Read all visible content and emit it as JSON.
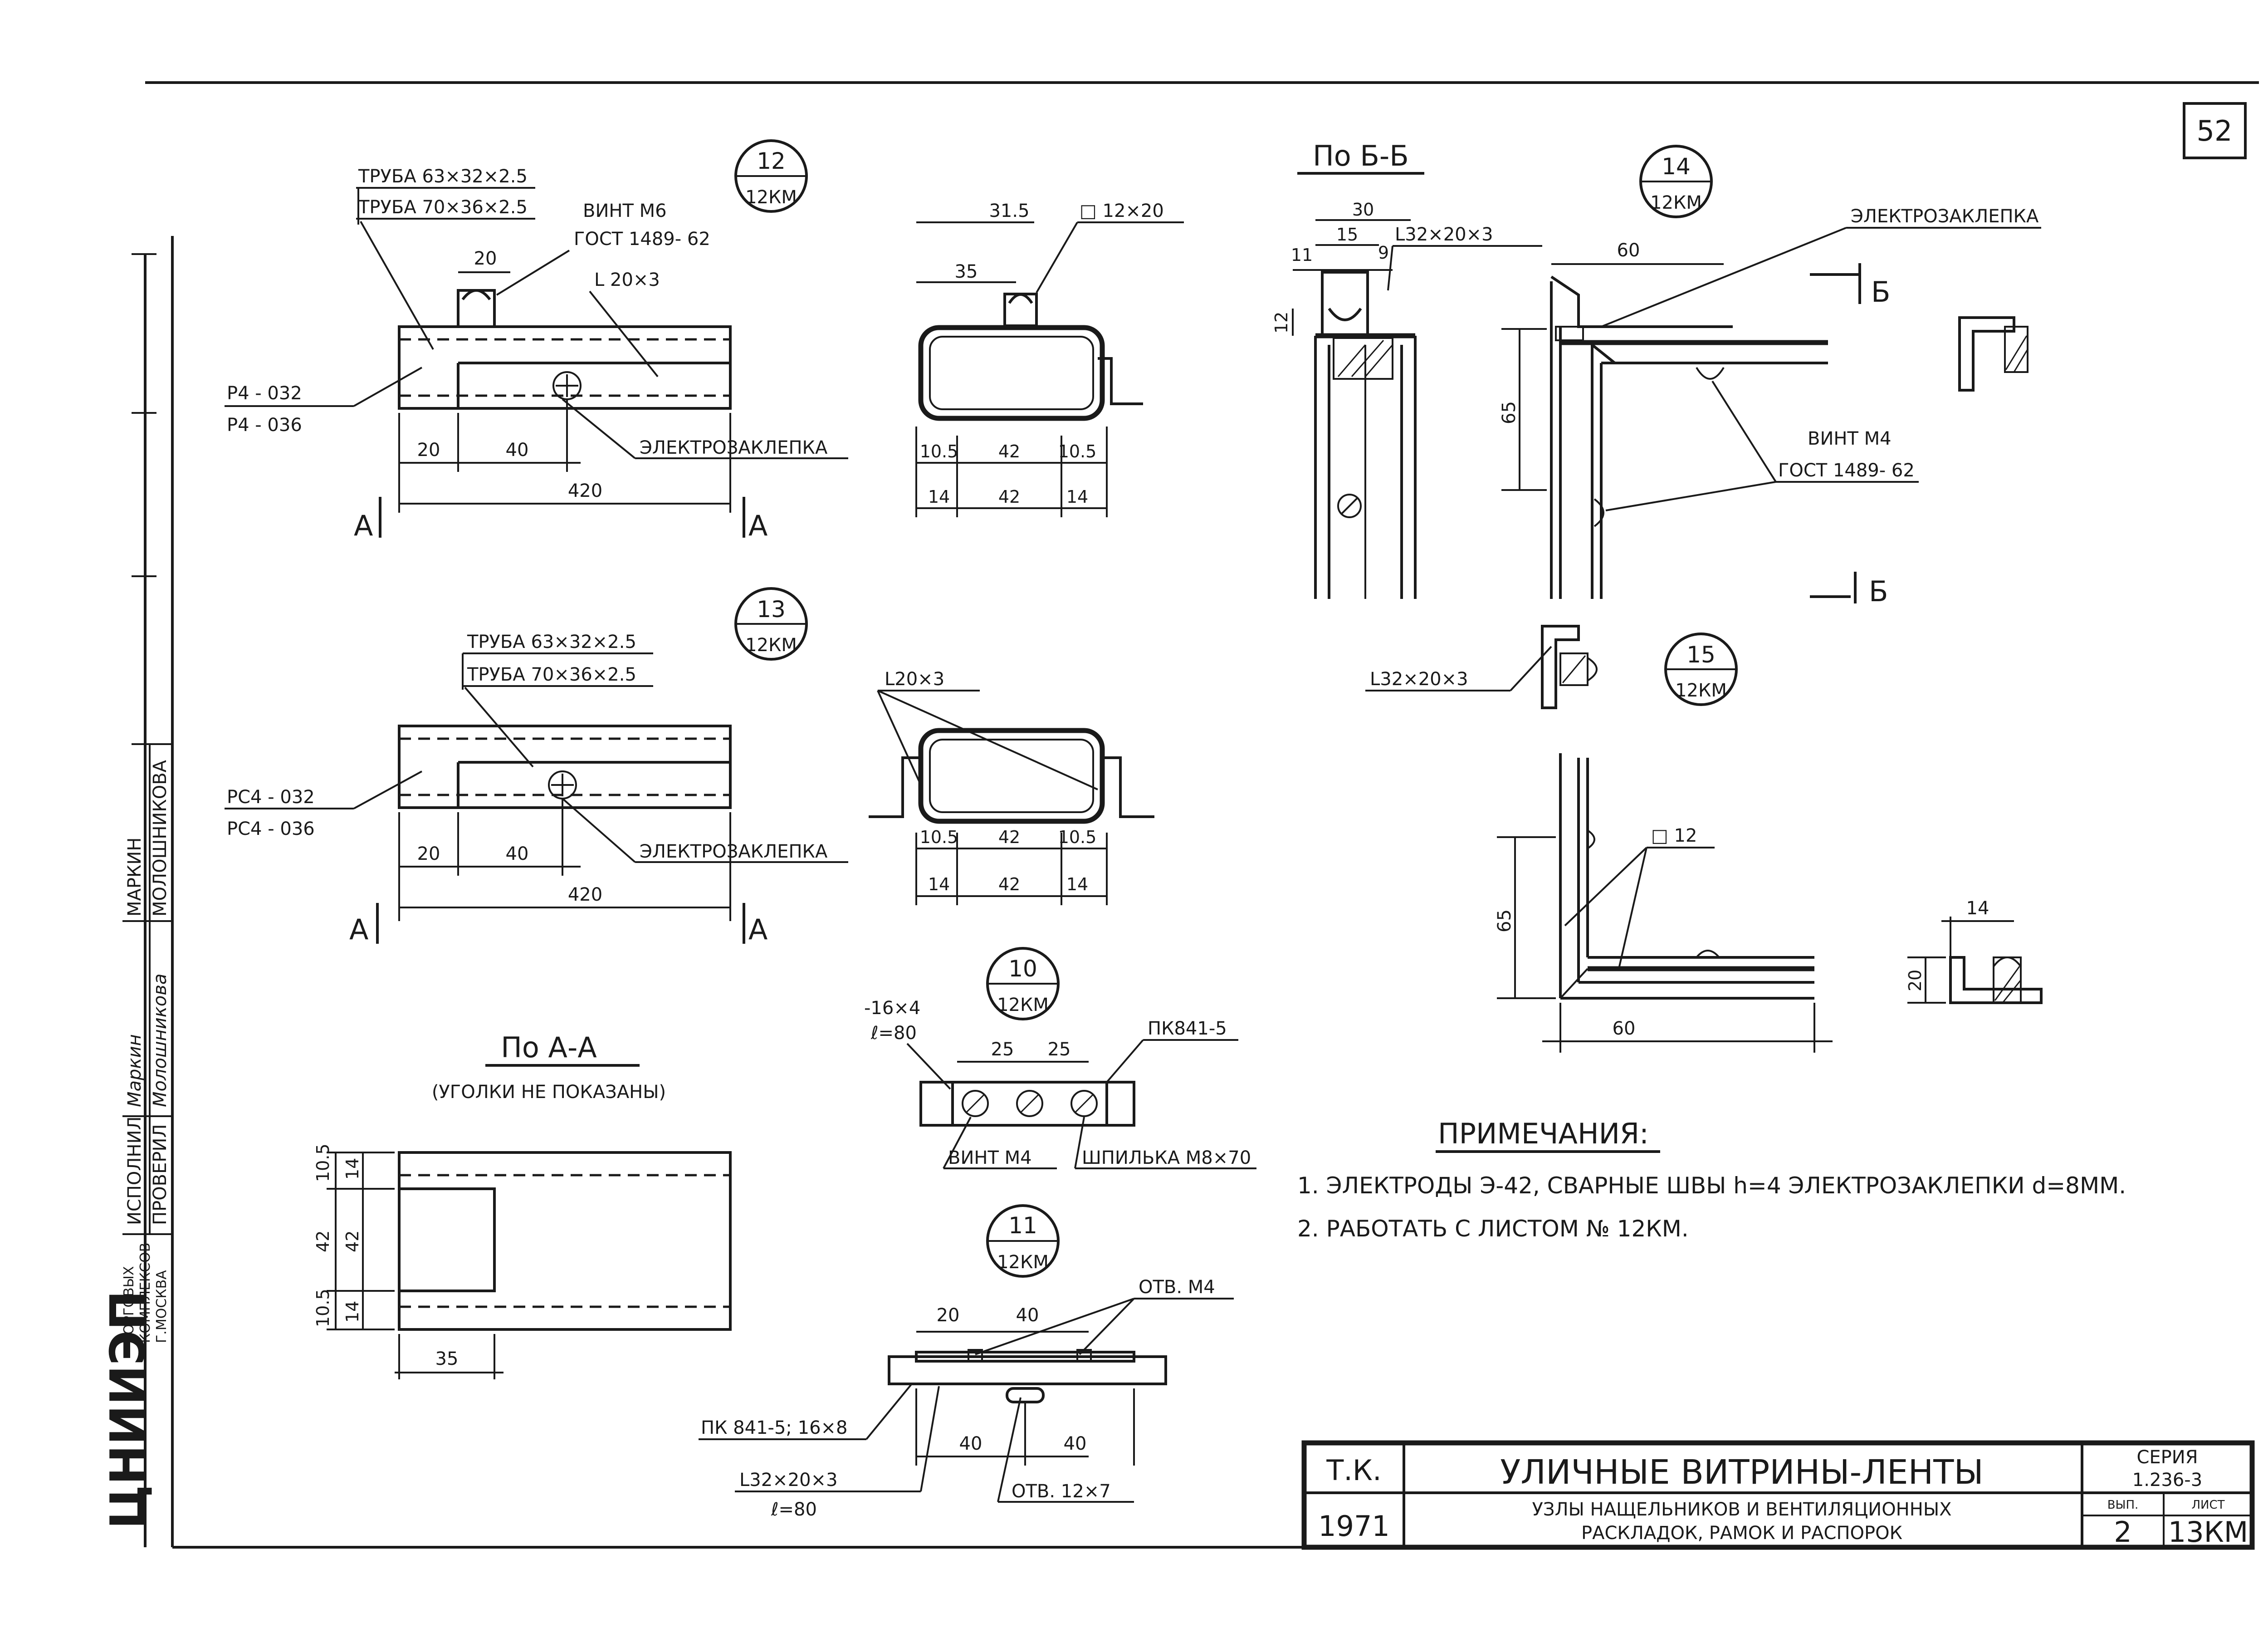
{
  "sheet": {
    "number": "52"
  },
  "stamp": {
    "org": "ЦНИИЭП",
    "org_sub_1": "ТОРГОВЫХ",
    "org_sub_2": "КОМПЛЕКСОВ",
    "org_sub_3": "Г.МОСКВА",
    "row1_role": "ИСПОЛНИЛ",
    "row1_name": "МАРКИН",
    "row2_role": "ПРОВЕРИЛ",
    "row2_name": "МОЛОШНИКОВА",
    "sig1": "Маркин",
    "sig2": "Молошникова"
  },
  "node12": {
    "bubble_top": "12",
    "bubble_bot": "12КМ",
    "pipe1": "ТРУБА 63×32×2.5",
    "pipe2": "ТРУБА 70×36×2.5",
    "screw": "ВИНТ М6",
    "screw_std": "ГОСТ 1489- 62",
    "angle": "L 20×3",
    "part1": "Р4 - 032",
    "part2": "Р4 - 036",
    "dim_20_top": "20",
    "dim_20": "20",
    "dim_40": "40",
    "dim_420": "420",
    "rivet": "ЭЛЕКТРОЗАКЛЕПКА",
    "sec": "А"
  },
  "sect12": {
    "dim_315": "31.5",
    "dim_35": "35",
    "plate": "□ 12×20",
    "d105a": "10.5",
    "d42a": "42",
    "d105b": "10.5",
    "d14a": "14",
    "d42b": "42",
    "d14b": "14"
  },
  "node13": {
    "bubble_top": "13",
    "bubble_bot": "12КМ",
    "pipe1": "ТРУБА 63×32×2.5",
    "pipe2": "ТРУБА 70×36×2.5",
    "part1": "РС4 - 032",
    "part2": "РС4 - 036",
    "dim_20": "20",
    "dim_40": "40",
    "dim_420": "420",
    "rivet": "ЭЛЕКТРОЗАКЛЕПКА",
    "sec": "А"
  },
  "sect13": {
    "angle": "L20×3",
    "d105a": "10.5",
    "d42a": "42",
    "d105b": "10.5",
    "d14a": "14",
    "d42b": "42",
    "d14b": "14"
  },
  "viewAA": {
    "title": "По А-А",
    "subtitle": "(УГОЛКИ НЕ ПОКАЗАНЫ)",
    "d105a": "10.5",
    "d14a": "14",
    "d42a": "42",
    "d42b": "42",
    "d105b": "10.5",
    "d14b": "14",
    "d35": "35"
  },
  "node10": {
    "bubble_top": "10",
    "bubble_bot": "12КМ",
    "plate": "-16×4",
    "plate_len": "ℓ=80",
    "d25a": "25",
    "d25b": "25",
    "pk": "ПК841-5",
    "screw": "ВИНТ М4",
    "stud": "ШПИЛЬКА М8×70"
  },
  "node11": {
    "bubble_top": "11",
    "bubble_bot": "12КМ",
    "hole": "ОТВ. М4",
    "d20": "20",
    "d40top": "40",
    "pk": "ПК 841-5; 16×8",
    "d40a": "40",
    "d40b": "40",
    "angle": "L32×20×3",
    "angle_len": "ℓ=80",
    "slot": "ОТВ. 12×7"
  },
  "viewBB": {
    "title": "По Б-Б",
    "d30": "30",
    "d15": "15",
    "d11": "11",
    "d9": "9",
    "d12": "12",
    "angle": "L32×20×3"
  },
  "node14": {
    "bubble_top": "14",
    "bubble_bot": "12КМ",
    "rivet": "ЭЛЕКТРОЗАКЛЕПКА",
    "d60": "60",
    "d65": "65",
    "screw": "ВИНТ М4",
    "screw_std": "ГОСТ 1489- 62",
    "sec": "Б"
  },
  "node15": {
    "bubble_top": "15",
    "bubble_bot": "12КМ",
    "angle": "L32×20×3",
    "plate": "□ 12",
    "d65": "65",
    "d60": "60",
    "d14": "14",
    "d20": "20"
  },
  "notes": {
    "title": "ПРИМЕЧАНИЯ:",
    "n1": "1. ЭЛЕКТРОДЫ Э-42, СВАРНЫЕ ШВЫ h=4  ЭЛЕКТРОЗАКЛЕПКИ d=8ММ.",
    "n2": "2. РАБОТАТЬ С ЛИСТОМ № 12КМ."
  },
  "titleblock": {
    "code": "Т.К.",
    "year": "1971",
    "title": "УЛИЧНЫЕ ВИТРИНЫ-ЛЕНТЫ",
    "subtitle1": "УЗЛЫ НАЩЕЛЬНИКОВ И ВЕНТИЛЯЦИОННЫХ",
    "subtitle2": "РАСКЛАДОК, РАМОК И РАСПОРОК",
    "series_label": "СЕРИЯ",
    "series": "1.236-3",
    "issue_label": "ВЫП.",
    "sheet_label": "ЛИСТ",
    "issue": "2",
    "sheet": "13КМ"
  }
}
